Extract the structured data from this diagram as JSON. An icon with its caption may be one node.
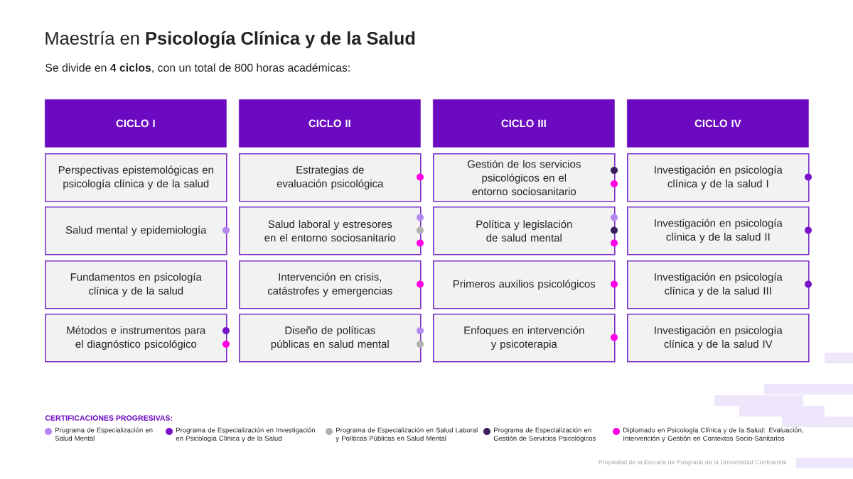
{
  "diagram": {
    "title": "Maestría en **Psicología Clínica y de la Salud**",
    "nodes": [
      {
        "text": [
          "CICLO I"
        ]
      },
      {
        "text": [
          "Perspectivas epistemológicas en psicología clínica y de la salud"
        ]
      },
      {
        "text": [
          "Salud mental y epidemiología"
        ]
      },
      {
        "text": [
          "Fundamentos en psicología clínica y de la salud"
        ]
      },
      {
        "text": [
          "Métodos e instrumentos para el diagnóstico psicológico"
        ]
      },
      {
        "text": [
          "CICLO II"
        ]
      },
      {
        "text": [
          "Estrategias de evaluación psicológica"
        ]
      },
      {
        "text": [
          "Salud laboral y estresores en el entorno sociosanitario"
        ]
      },
      {
        "text": [
          "Intervención en crisis, catástrofes y emergencias"
        ]
      },
      {
        "text": [
          "Diseño de políticas públicas en salud mental"
        ]
      },
      {
        "text": [
          "CICLO III"
        ]
      },
      {
        "text": [
          "Gestión de los servicios psicológicos en el entorno sociosanitario"
        ]
      },
      {
        "text": [
          "Política y legislación de salud mental"
        ]
      },
      {
        "text": [
          "Primeros auxilios psicológicos"
        ]
      },
      {
        "text": [
          "Enfoques en intervención y psicoterapia"
        ]
      },
      {
        "text": [
          "CICLO IV"
        ]
      },
      {
        "text": [
          "Investigación en psicología clínica y de la salud I"
        ]
      },
      {
        "text": [
          "Investigación en psicología clínica y de la salud II"
        ]
      },
      {
        "text": [
          "Investigación en psicología clínica y de la salud III"
        ]
      },
      {
        "text": [
          "Investigación en psicología clínica y de la salud IV"
        ]
      }
    ],
    "labels": [
      "Se divide en **4 ciclos**, con un total de 800 horas académicas:",
      "CERTIFICACIONES PROGRESIVAS:",
      "Propiedad de la Escuela de Posgrado de la Universidad Continental"
    ],
    "legend": [
      {
        "text": "Programa de Especialización en Salud Mental",
        "color": "#b388f0"
      },
      {
        "text": "Programa de Especialización en Investigación en Psicología Clínica y de la Salud",
        "color": "#7a12c9"
      },
      {
        "text": "Programa de Especialización en Salud Laboral y Políticas Públicas en Salud Mental",
        "color": "#b0b0b0"
      },
      {
        "text": "Programa de Especialización en Gestión de Servicios Psicológicos",
        "color": "#3a1f5c"
      },
      {
        "text": "Diplomado en Psicología Clínica y de la Salud: Evaluación, Intervención y Gestión en Contextos Socio-Sanitarios",
        "color": "#ff00e6"
      }
    ]
  }
}
